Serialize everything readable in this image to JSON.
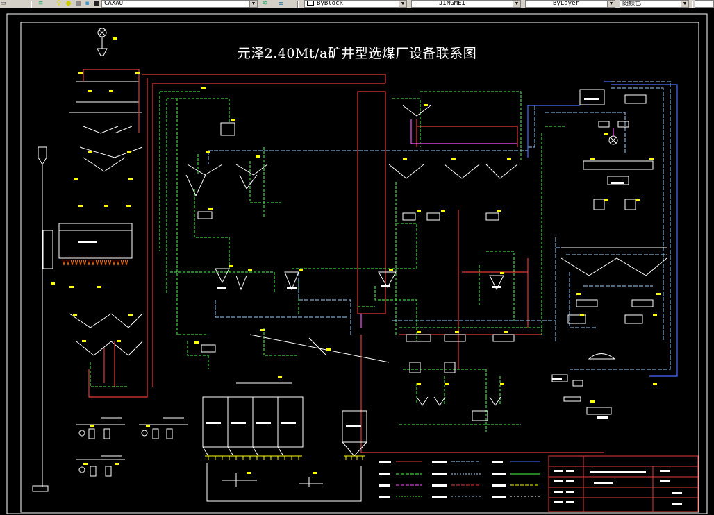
{
  "toolbar": {
    "layer_name": "CAXAU",
    "linetype_block": "ByBlock",
    "linetype_name": "JINGMEI",
    "lineweight": "ByLayer",
    "color": "随颜色"
  },
  "drawing": {
    "title": "元泽2.40Mt/a矿井型选煤厂设备联系图",
    "colors": {
      "background": "#000000",
      "frame": "#ffffff",
      "red": "#e23a3a",
      "green": "#4cff4c",
      "lightblue": "#9ad2ff",
      "blue": "#4a6cff",
      "yellow": "#ffff00",
      "white": "#ffffff",
      "magenta": "#ff50ff"
    }
  }
}
